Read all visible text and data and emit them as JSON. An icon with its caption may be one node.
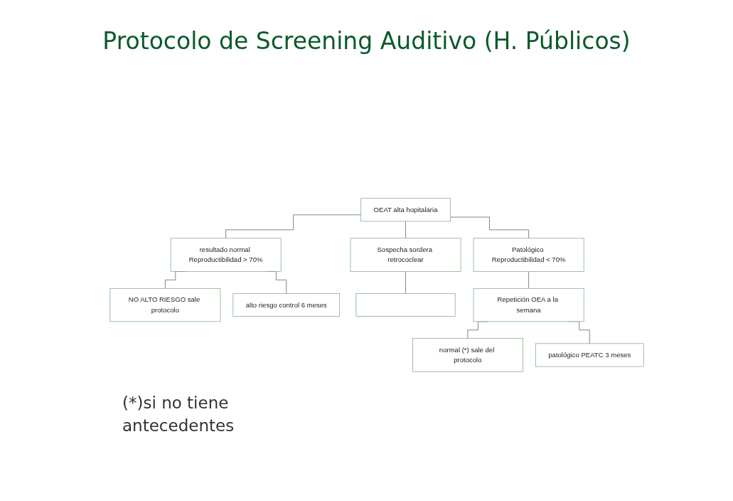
{
  "diagram": {
    "title": "Protocolo de Screening Auditivo (H. Públicos)",
    "nodes": [
      {
        "text": [
          "OEAT alta hopitalaria"
        ]
      },
      {
        "text": [
          "resultado normal Reproductibilidad > 70%"
        ]
      },
      {
        "text": [
          "Sospecha sordera retrococlear"
        ]
      },
      {
        "text": [
          "Patológico Reproductibilidad < 70%"
        ]
      },
      {
        "text": [
          "NO ALTO RIESGO sale protocolo"
        ]
      },
      {
        "text": [
          "alto riesgo control 6 meses"
        ]
      },
      {
        "text": [],
        "shape": "box"
      },
      {
        "text": [
          "Repetición OEA a la semana"
        ]
      },
      {
        "text": [
          "normal (*) sale del protocolo"
        ]
      },
      {
        "text": [
          "patológico PEATC 3 meses"
        ]
      }
    ],
    "edges": [
      {
        "from": 0,
        "to": 1,
        "arrow": "none"
      },
      {
        "from": 0,
        "to": 2,
        "arrow": "none"
      },
      {
        "from": 0,
        "to": 3,
        "arrow": "none"
      },
      {
        "from": 1,
        "to": 4,
        "arrow": "none"
      },
      {
        "from": 1,
        "to": 5,
        "arrow": "none"
      },
      {
        "from": 2,
        "to": 6,
        "arrow": "none"
      },
      {
        "from": 3,
        "to": 7,
        "arrow": "none"
      },
      {
        "from": 7,
        "to": 8,
        "arrow": "none"
      },
      {
        "from": 7,
        "to": 9,
        "arrow": "none"
      }
    ],
    "labels": [
      "(*)si no tiene antecedentes"
    ]
  }
}
